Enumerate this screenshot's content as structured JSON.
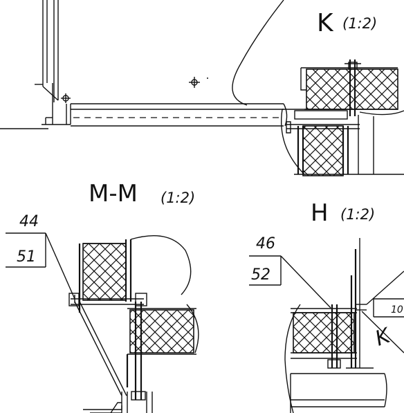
{
  "views": {
    "k": {
      "letter": "K",
      "scale": "(1:2)"
    },
    "mm": {
      "letter": "M-M",
      "scale": "(1:2)"
    },
    "h": {
      "letter": "H",
      "scale": "(1:2)"
    }
  },
  "callouts": {
    "mm_top": "44",
    "mm_bottom": "51",
    "h_top": "46",
    "h_bottom": "52",
    "h_dim": "10",
    "h_ref": "K"
  }
}
